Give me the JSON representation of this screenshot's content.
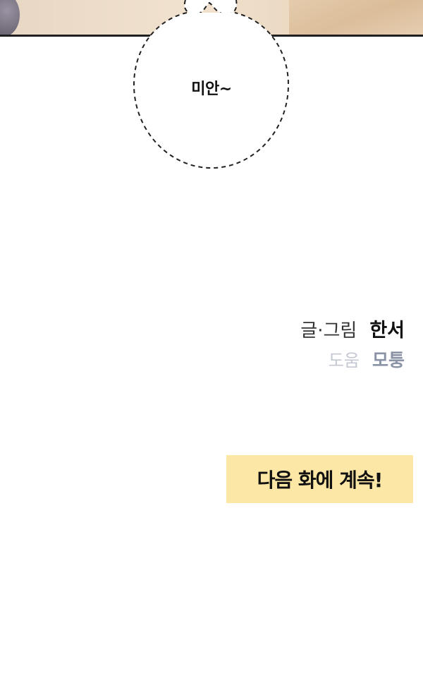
{
  "bubble": {
    "text": "미안~"
  },
  "credits": {
    "writer_role": "글·그림",
    "writer_name": "한서",
    "assist_role": "도움",
    "assist_name": "모퉁"
  },
  "next_banner": {
    "text": "다음 화에 계속!"
  },
  "colors": {
    "banner_bg": "#fde7a6",
    "assist_name": "#8a92a6",
    "assist_role": "#c4c8d2"
  }
}
